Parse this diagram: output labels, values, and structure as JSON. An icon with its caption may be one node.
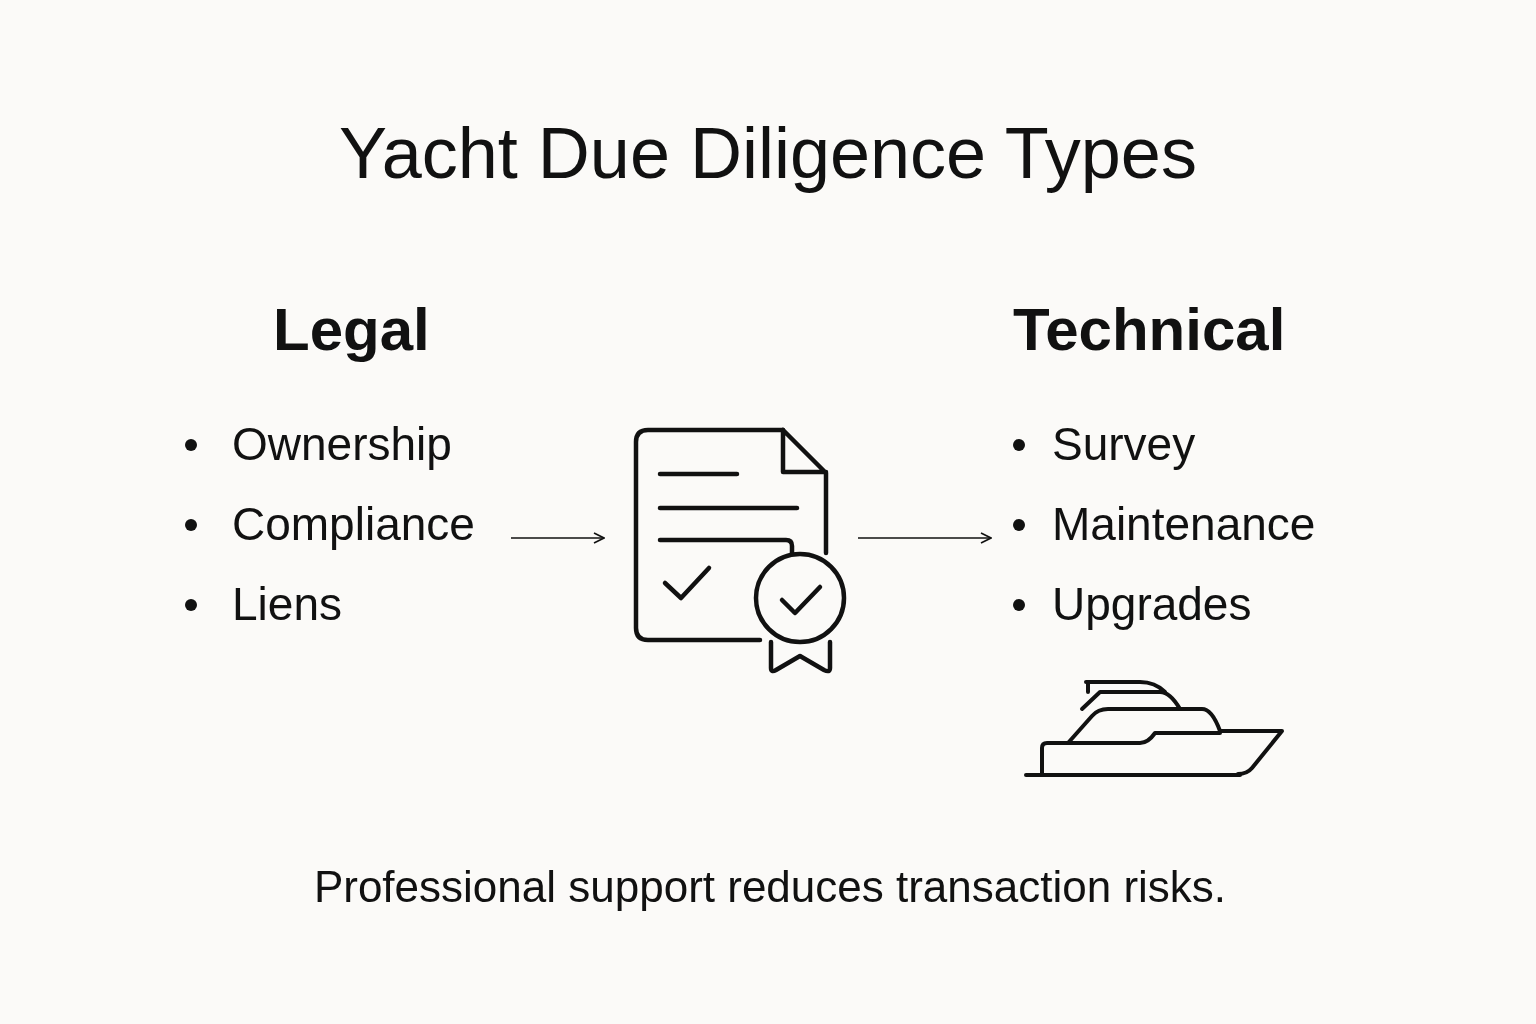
{
  "diagram": {
    "title": "Yacht Due Diligence Types",
    "caption": "Professional support reduces transaction risks.",
    "nodes": [
      {
        "text": [
          "Legal",
          "Ownership",
          "Compliance",
          "Liens"
        ]
      },
      {
        "text": [],
        "shape": "document"
      },
      {
        "text": [
          "Technical",
          "Survey",
          "Maintenance",
          "Upgrades"
        ]
      }
    ],
    "edges": [
      {
        "from": 0,
        "to": 1,
        "arrow": "to"
      },
      {
        "from": 1,
        "to": 2,
        "arrow": "to"
      }
    ]
  }
}
